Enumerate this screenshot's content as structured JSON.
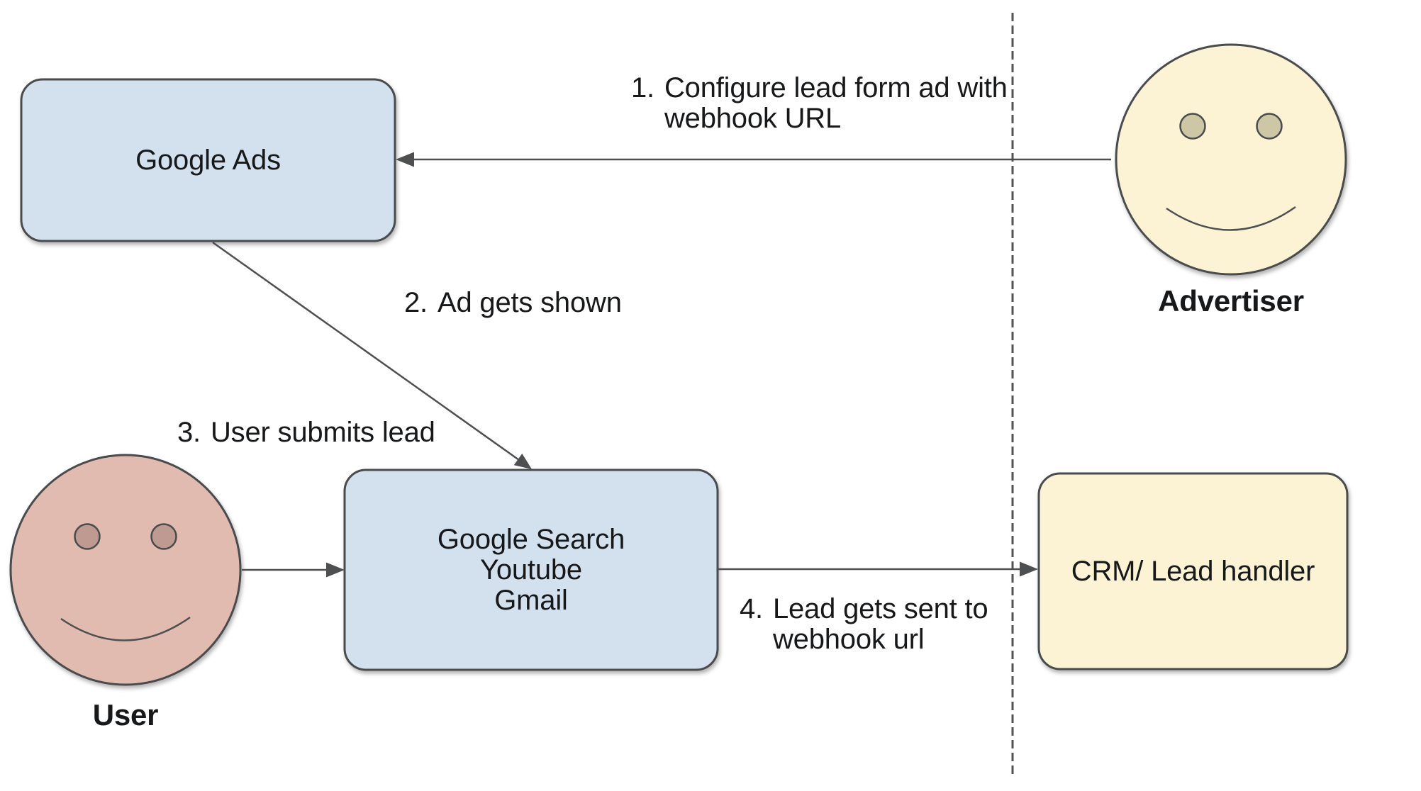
{
  "colors": {
    "background": "#ffffff",
    "node_blue": "#d3e1ef",
    "node_yellow": "#fbf3d3",
    "face_pink": "#e2bbb0",
    "eye_pink": "#bf9a90",
    "eye_tan": "#cdc7a6",
    "shape_stroke": "#4a4b4d",
    "connector": "#4e4f51",
    "text": "#17181a"
  },
  "nodes": {
    "google_ads": {
      "label": "Google Ads"
    },
    "google_surfaces": {
      "lines": [
        "Google Search",
        "Youtube",
        "Gmail"
      ]
    },
    "crm": {
      "label": "CRM/ Lead handler"
    }
  },
  "actors": {
    "advertiser": {
      "label": "Advertiser"
    },
    "user": {
      "label": "User"
    }
  },
  "steps": [
    {
      "number": "1.",
      "lines": [
        "Configure lead form ad with",
        "webhook URL"
      ]
    },
    {
      "number": "2.",
      "lines": [
        "Ad gets shown"
      ]
    },
    {
      "number": "3.",
      "lines": [
        "User submits lead"
      ]
    },
    {
      "number": "4.",
      "lines": [
        "Lead gets sent to",
        "webhook url"
      ]
    }
  ]
}
